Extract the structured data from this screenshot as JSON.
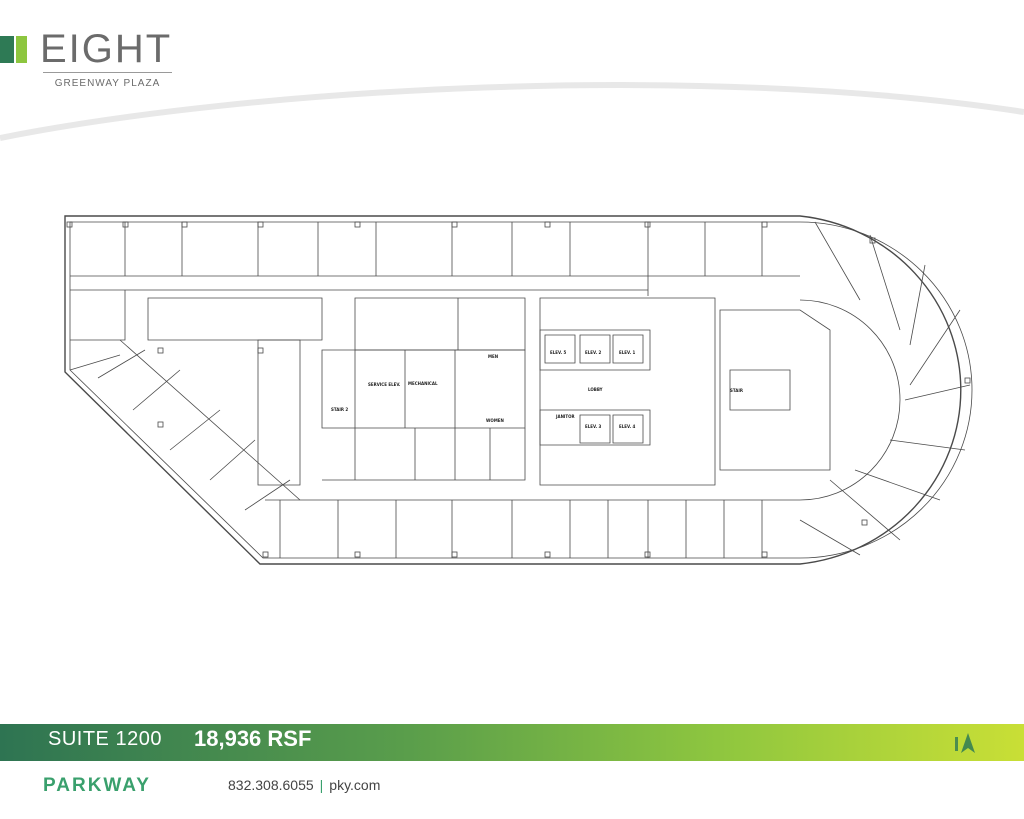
{
  "header": {
    "logo_title": "EIGHT",
    "logo_subtitle": "GREENWAY PLAZA",
    "colors": {
      "logo_dark": "#2e7a55",
      "logo_light": "#8dc63f",
      "logo_text": "#6b6b6b"
    }
  },
  "floorplan": {
    "rooms": {
      "mens": "MEN",
      "womens": "WOMEN",
      "lobby": "LOBBY",
      "janitor": "JANITOR",
      "mechanical": "MECHANICAL",
      "service_elev": "SERVICE ELEV.",
      "stair_2": "STAIR 2",
      "stair": "STAIR",
      "elev_1": "ELEV. 1",
      "elev_2": "ELEV. 2",
      "elev_3": "ELEV. 3",
      "elev_4": "ELEV. 4",
      "elev_5": "ELEV. 5"
    }
  },
  "banner": {
    "suite": "SUITE 1200",
    "rsf": "18,936 RSF",
    "north_icon": "north-arrow-icon",
    "gradient": [
      "#2e7452",
      "#8ec63f",
      "#c9df36"
    ]
  },
  "footer": {
    "brand": "PARKWAY",
    "phone": "832.308.6055",
    "separator": "|",
    "website": "pky.com",
    "brand_color": "#3aa06d"
  }
}
